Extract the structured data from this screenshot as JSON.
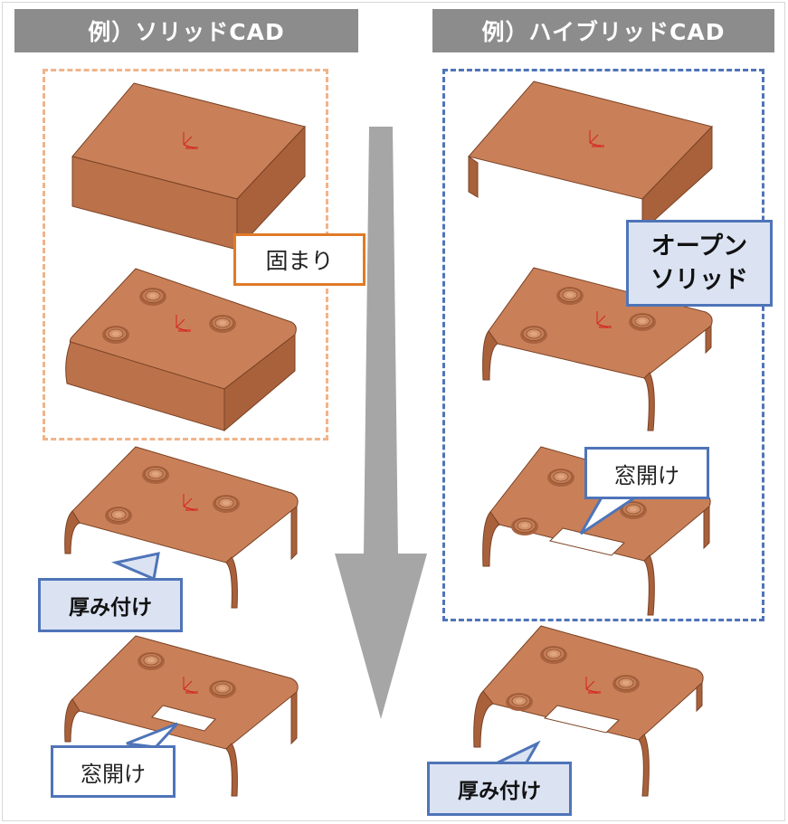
{
  "left_header": "例）ソリッドCAD",
  "right_header": "例）ハイブリッドCAD",
  "labels": {
    "katamari": "固まり",
    "open_solid_line1": "オープン",
    "open_solid_line2": "ソリッド",
    "madoake": "窓開け",
    "atsumi": "厚み付け"
  },
  "colors": {
    "header_bg": "#8c8c8c",
    "part_top": "#c67d55",
    "part_side": "#b86f48",
    "left_dash": "#f0b48a",
    "right_dash": "#4f74b8",
    "arrow": "#a6a6a6",
    "label_fill": "#dbe3f3"
  }
}
